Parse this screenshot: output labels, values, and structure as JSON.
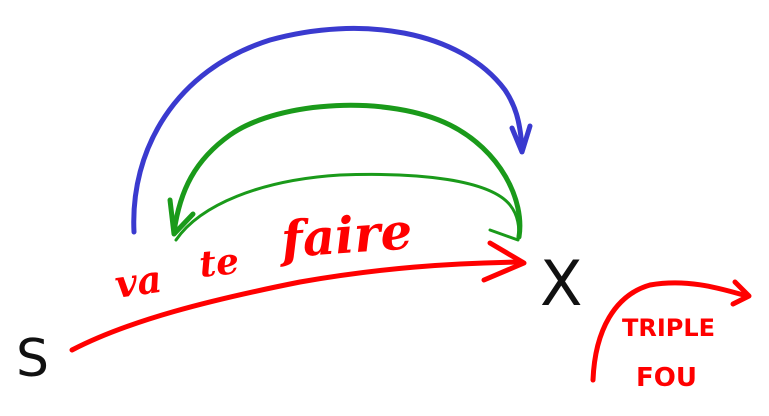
{
  "labels": {
    "start": "S",
    "target": "X",
    "phrase_word1": "va",
    "phrase_word2": "te",
    "phrase_word3": "faire",
    "note_line1": "TRIPLE",
    "note_line2": "FOU"
  },
  "colors": {
    "blue_arrow": "#3a3acf",
    "green_arrow": "#1a9a1a",
    "red_ink": "#ff0000",
    "black_ink": "#111111"
  }
}
